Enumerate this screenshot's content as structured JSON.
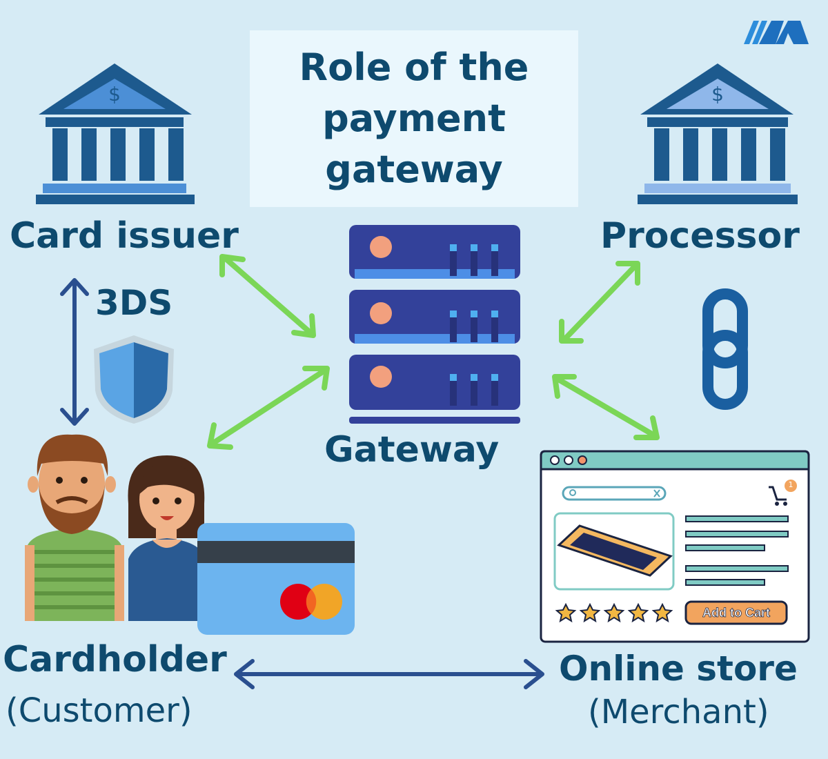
{
  "title": {
    "line1": "Role of the",
    "line2": "payment",
    "line3": "gateway"
  },
  "nodes": {
    "card_issuer": "Card issuer",
    "processor": "Processor",
    "gateway": "Gateway",
    "cardholder": "Cardholder",
    "cardholder_sub": "(Customer)",
    "online_store": "Online store",
    "online_store_sub": "(Merchant)",
    "three_ds": "3DS"
  },
  "store": {
    "button_label": "Add to Cart",
    "cart_count": "1",
    "rating_stars": 5
  },
  "icons": {
    "bank_symbol": "$"
  },
  "colors": {
    "background": "#d6ebf5",
    "text": "#0e4a6e",
    "arrow_green": "#7bd657",
    "arrow_blue": "#2a4f8f",
    "bank": "#1d5a8e",
    "server": "#33419a",
    "chain": "#1a5fa0"
  }
}
